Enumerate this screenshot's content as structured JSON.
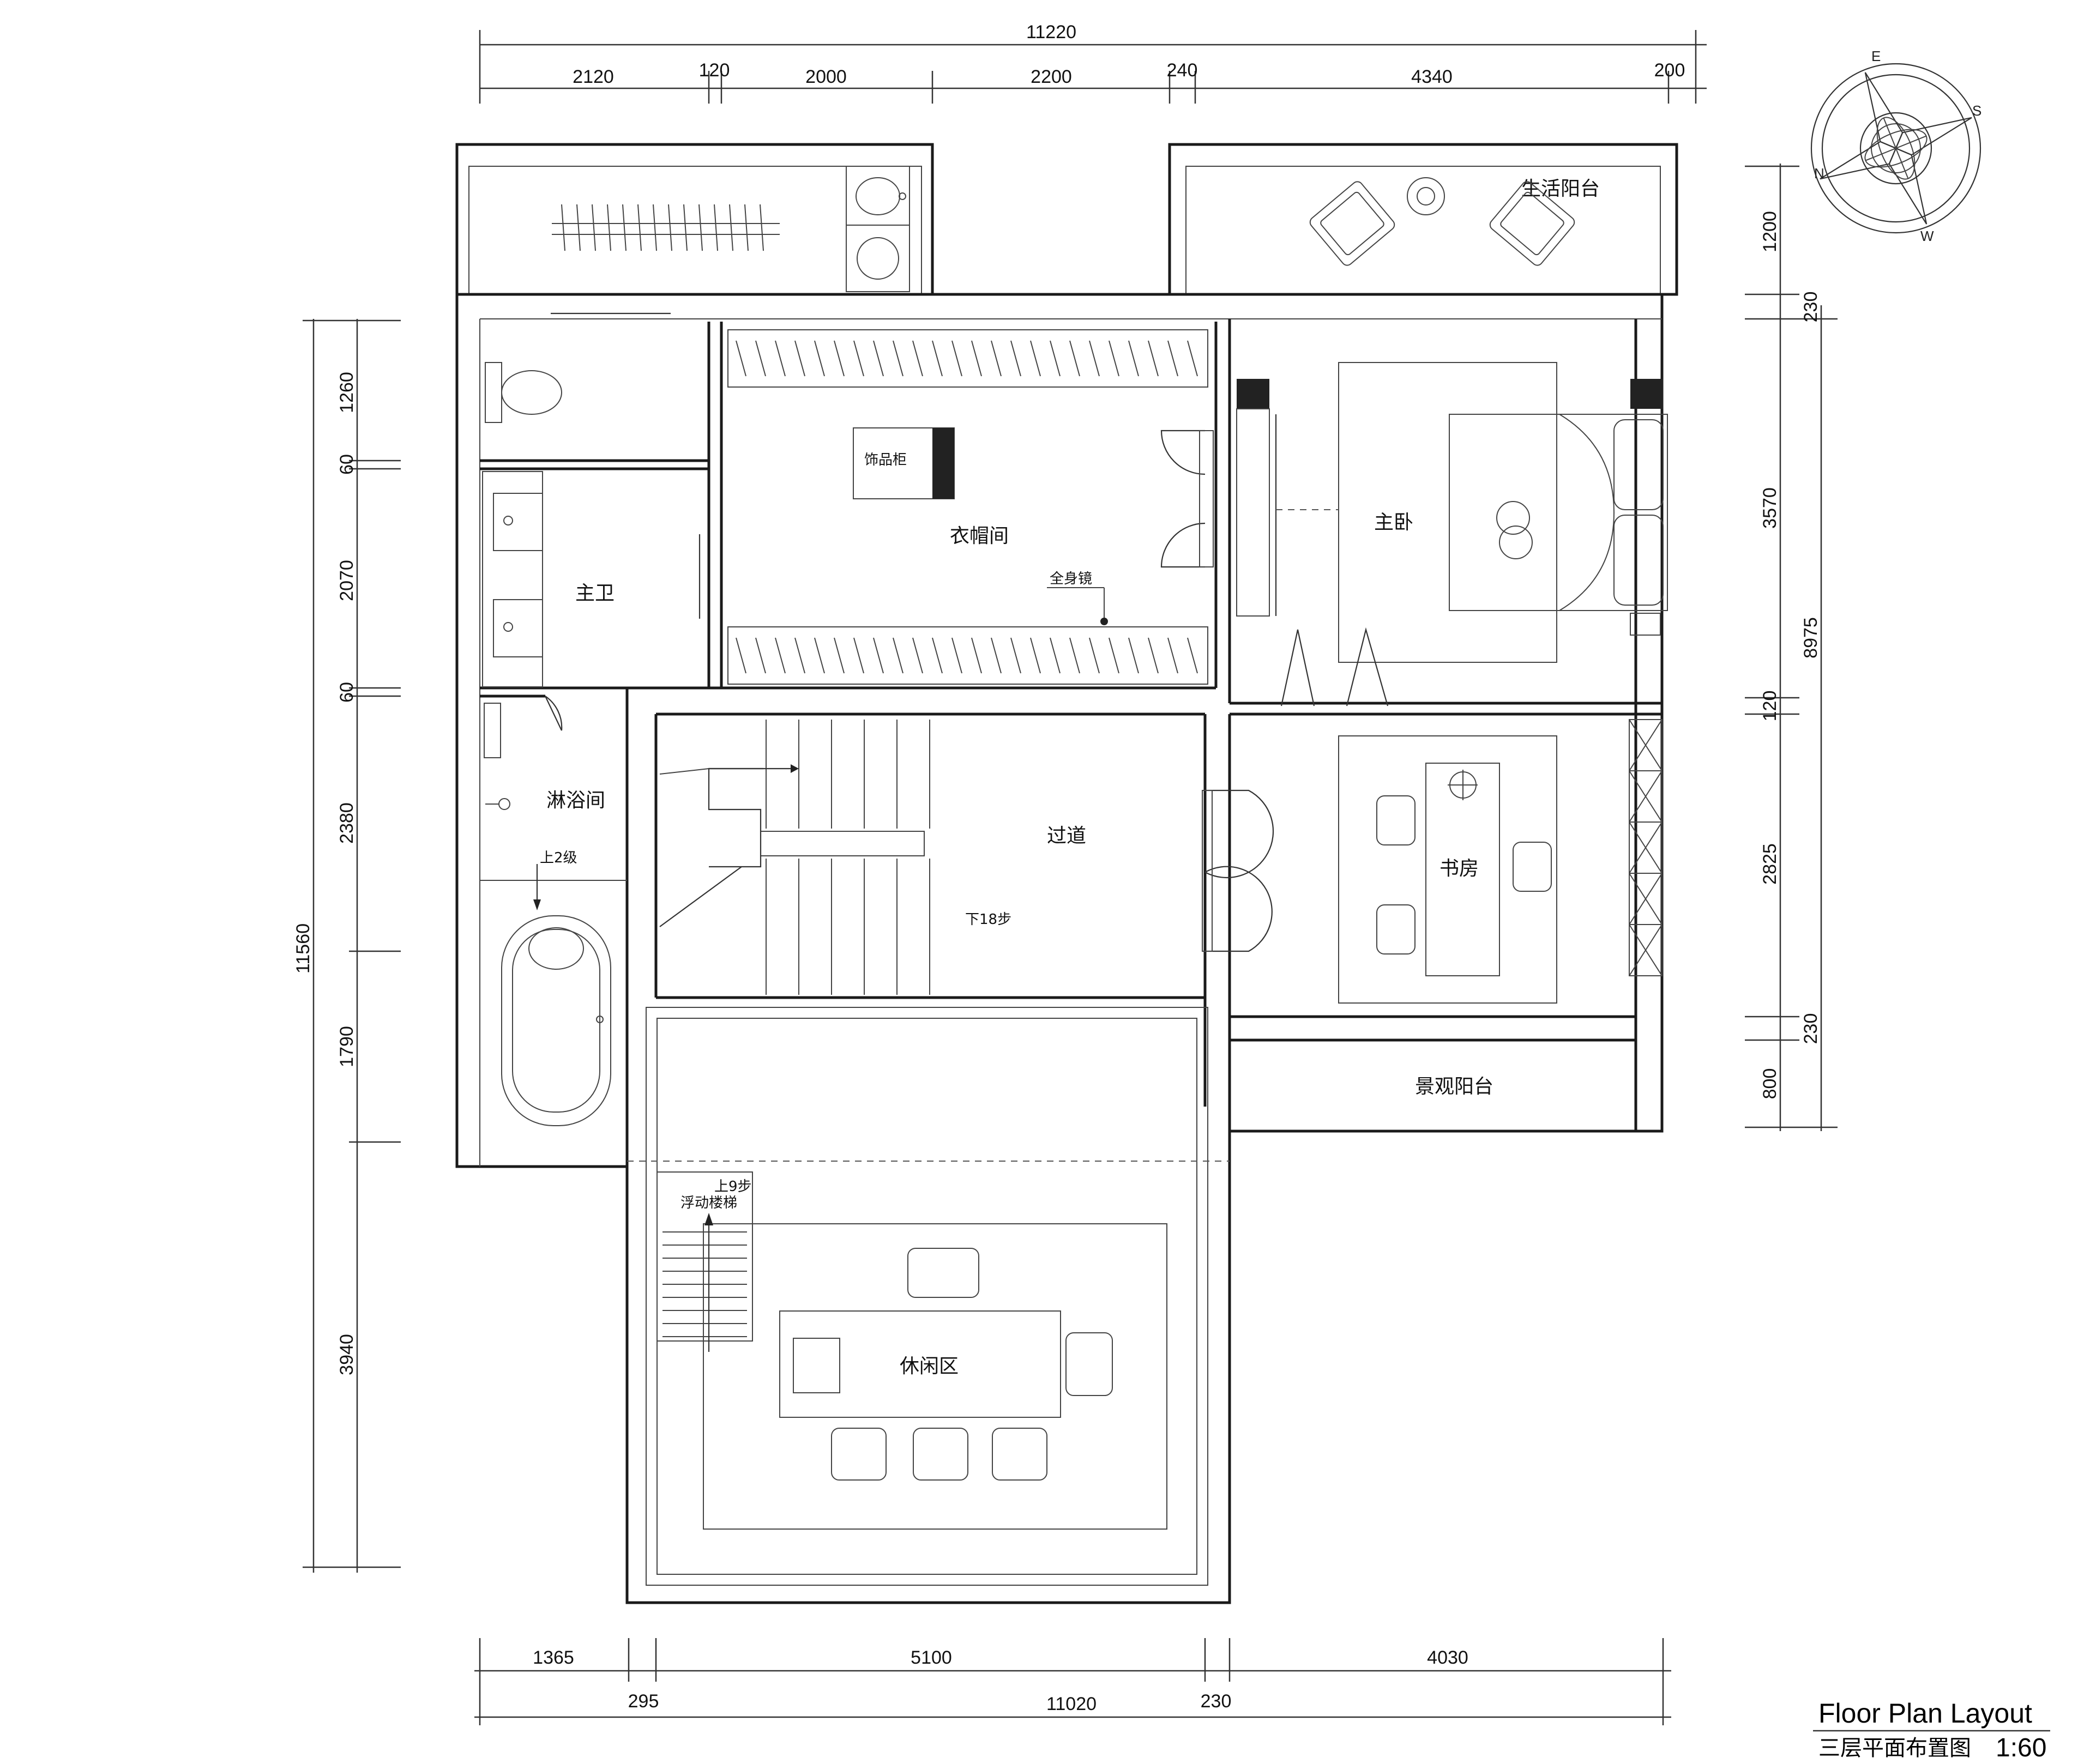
{
  "title": {
    "english": "Floor Plan Layout",
    "chinese": "三层平面布置图",
    "scale": "1:60"
  },
  "compass": {
    "letters": [
      "N",
      "E",
      "S",
      "W"
    ]
  },
  "dimensions": {
    "top_total": "11220",
    "top_segments": [
      "2120",
      "120",
      "2000",
      "2200",
      "240",
      "4340",
      "200"
    ],
    "bottom_segments": [
      "1365",
      "5100",
      "4030"
    ],
    "bottom_row2": [
      "295",
      "11020",
      "230"
    ],
    "left_total": "11560",
    "left_segments": [
      "1260",
      "60",
      "2070",
      "60",
      "2380",
      "1790",
      "3940"
    ],
    "right_total": "8975",
    "right_segments": [
      "1200",
      "230",
      "3570",
      "120",
      "2825",
      "230",
      "800"
    ]
  },
  "rooms": {
    "living_balcony": "生活阳台",
    "master_bedroom": "主卧",
    "cloakroom": "衣帽间",
    "display_cabinet": "饰品柜",
    "full_mirror": "全身镜",
    "master_bath": "主卫",
    "shower": "淋浴间",
    "up_2_steps": "上2级",
    "corridor": "过道",
    "down_18_steps": "下18步",
    "study": "书房",
    "view_balcony": "景观阳台",
    "up_9_steps": "上9步",
    "floating_stair": "浮动楼梯",
    "leisure_area": "休闲区"
  }
}
